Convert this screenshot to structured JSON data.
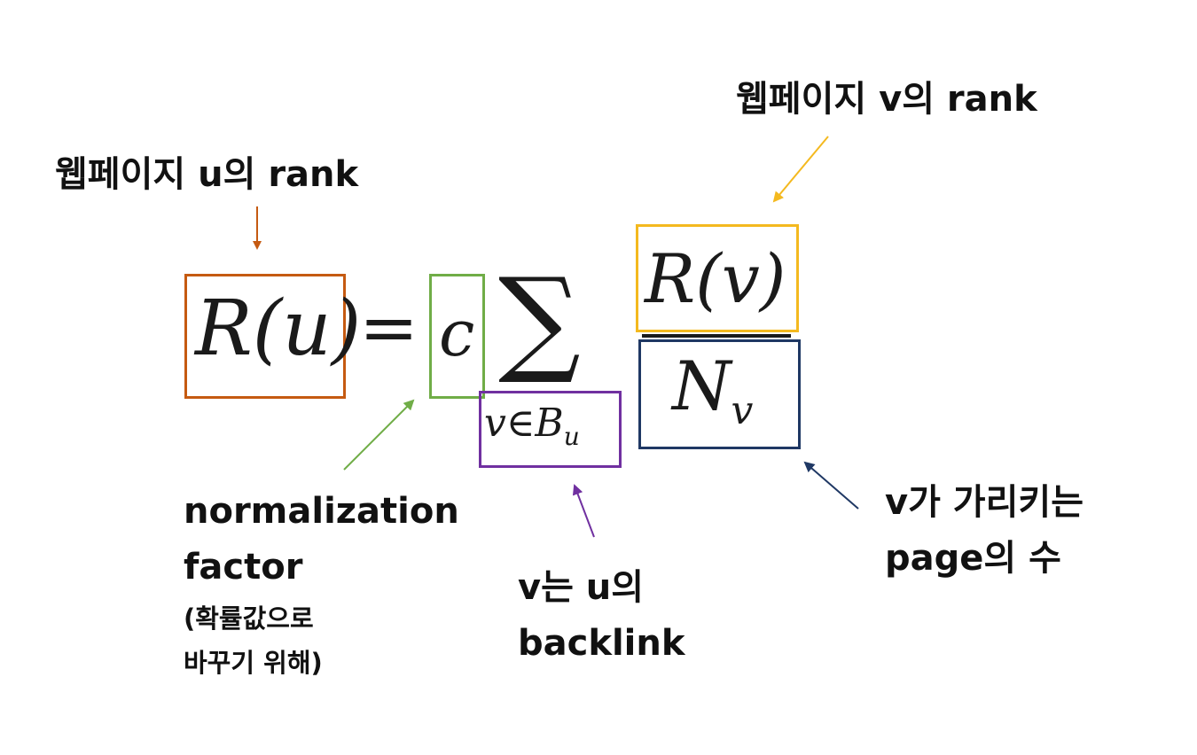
{
  "labels": {
    "top_right": "웹페이지 v의 rank",
    "top_left": "웹페이지 u의 rank",
    "normalization_line1": "normalization",
    "normalization_line2": "factor",
    "normalization_note1": "(확률값으로",
    "normalization_note2": "바꾸기 위해)",
    "backlink_line1": "v는 u의",
    "backlink_line2": "backlink",
    "outlinks_line1": "v가 가리키는",
    "outlinks_line2": "page의 수"
  },
  "formula": {
    "lhs": "R(u)",
    "equals": "=",
    "constant": "c",
    "sum": "∑",
    "sum_index": "v∈B",
    "sum_index_sub": "u",
    "numerator": "R(v)",
    "denominator": "N",
    "denominator_sub": "v"
  },
  "colors": {
    "rank_u": "#C55A11",
    "constant": "#70AD47",
    "backlink": "#7030A0",
    "rank_v": "#F4B91F",
    "outlinks": "#1F3864",
    "text": "#111111"
  }
}
